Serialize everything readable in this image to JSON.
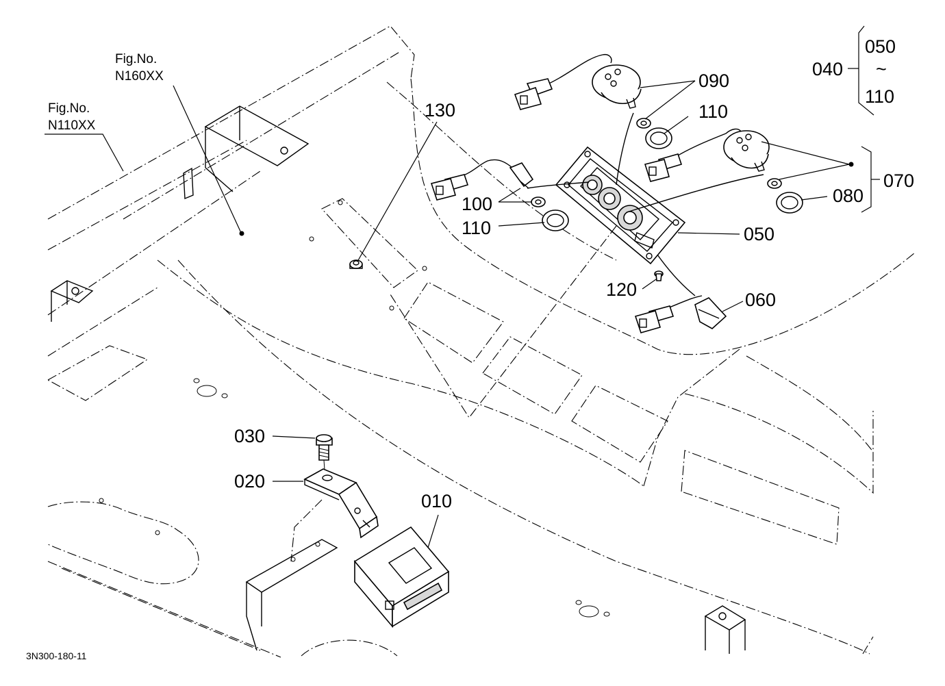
{
  "drawing_code": "3N300-180-11",
  "fig_refs": [
    {
      "id": "fig-n160xx",
      "line1": "Fig.No.",
      "line2": "N160XX"
    },
    {
      "id": "fig-n110xx",
      "line1": "Fig.No.",
      "line2": "N110XX"
    }
  ],
  "callouts": {
    "p010": "010",
    "p020": "020",
    "p030": "030",
    "p050": "050",
    "p060": "060",
    "p080": "080",
    "p090": "090",
    "p100": "100",
    "p110a": "110",
    "p110b": "110",
    "p120": "120",
    "p130": "130"
  },
  "assembly_040": {
    "label": "040",
    "from": "050",
    "tilde": "~",
    "to": "110"
  },
  "assembly_070": {
    "label": "070"
  }
}
